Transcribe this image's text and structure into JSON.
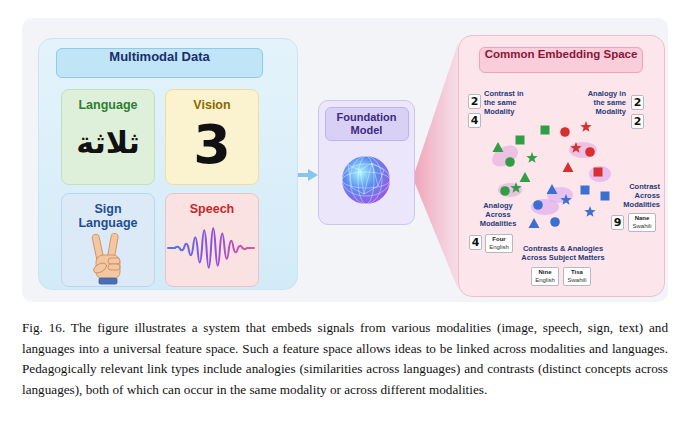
{
  "diagram": {
    "caption": "Fig. 16. The figure illustrates a system that embeds signals from various modalities (image, speech, sign, text) and languages into a universal feature space. Such a feature space allows ideas to be linked across modalities and languages. Pedagogically relevant link types include analogies (similarities across languages) and contrasts (distinct concepts across languages), both of which can occur in the same modality or across different modalities.",
    "nodes": [
      {
        "text": [
          "Multimodal Data"
        ]
      },
      {
        "text": [
          "Language",
          "ثلاثة"
        ],
        "in": 0
      },
      {
        "text": [
          "Vision",
          "3"
        ],
        "in": 0
      },
      {
        "text": [
          "Sign Language"
        ],
        "in": 0
      },
      {
        "text": [
          "Speech"
        ],
        "in": 0
      },
      {
        "text": [
          "Foundation Model"
        ]
      },
      {
        "text": [
          "Common Embedding Space"
        ]
      },
      {
        "text": [
          "2"
        ],
        "in": 6
      },
      {
        "text": [
          "4"
        ],
        "in": 6
      },
      {
        "text": [
          "2"
        ],
        "in": 6
      },
      {
        "text": [
          "2"
        ],
        "in": 6
      },
      {
        "text": [
          "9"
        ],
        "in": 6
      },
      {
        "text": [
          "Nane",
          "Swahili"
        ],
        "in": 6
      },
      {
        "text": [
          "4"
        ],
        "in": 6
      },
      {
        "text": [
          "Four",
          "English"
        ],
        "in": 6
      },
      {
        "text": [
          "Nine",
          "English"
        ],
        "in": 6
      },
      {
        "text": [
          "Tisa",
          "Swahili"
        ],
        "in": 6
      }
    ],
    "edges": [
      {
        "from": 0,
        "to": 5,
        "arrow": "to"
      },
      {
        "from": 5,
        "to": 6,
        "arrow": "none"
      }
    ],
    "labels": [
      "Contrast in the same Modality",
      "Analogy in the same Modality",
      "Contrast Across Modalities",
      "Analogy Across Modalities",
      "Contrasts & Analogies Across Subject Matters"
    ]
  }
}
